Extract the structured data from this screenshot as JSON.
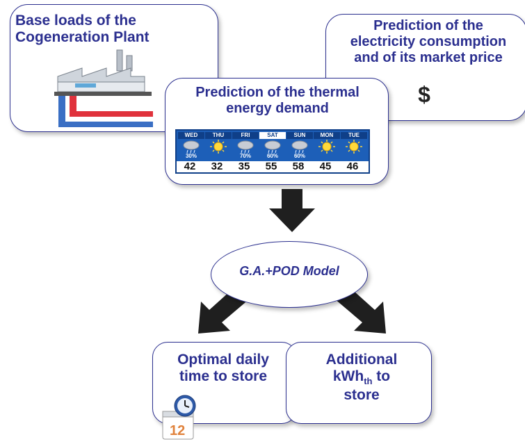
{
  "base_loads": {
    "title_line1": "Base loads of the",
    "title_line2": "Cogeneration Plant"
  },
  "electricity": {
    "line1": "Prediction of the",
    "line2": "electricity consumption",
    "line3": "and of its market price",
    "symbol": "$"
  },
  "thermal": {
    "line1": "Prediction of the thermal",
    "line2": "energy demand"
  },
  "forecast": {
    "days": [
      {
        "day": "WED",
        "icon": "rain-cloud-icon",
        "pct": "30%",
        "temp": "42"
      },
      {
        "day": "THU",
        "icon": "sun-icon",
        "pct": "",
        "temp": "32"
      },
      {
        "day": "FRI",
        "icon": "rain-cloud-icon",
        "pct": "70%",
        "temp": "35"
      },
      {
        "day": "SAT",
        "icon": "rain-cloud-icon",
        "pct": "60%",
        "temp": "55"
      },
      {
        "day": "SUN",
        "icon": "rain-cloud-icon",
        "pct": "60%",
        "temp": "58"
      },
      {
        "day": "MON",
        "icon": "sun-icon",
        "pct": "",
        "temp": "45"
      },
      {
        "day": "TUE",
        "icon": "sun-icon",
        "pct": "",
        "temp": "46"
      }
    ],
    "selected_day": "SAT"
  },
  "model": {
    "label": "G.A.+POD Model"
  },
  "optimal": {
    "line1": "Optimal daily",
    "line2": "time to store"
  },
  "additional": {
    "line1": "Additional",
    "line2_main": "kWh",
    "line2_sub": "th",
    "line2_tail": " to",
    "line3": "store"
  },
  "colors": {
    "text": "#2b2f8f",
    "arrow": "#1f1f1f",
    "pipe_hot": "#e0323c",
    "pipe_cold": "#3a6fc4"
  }
}
